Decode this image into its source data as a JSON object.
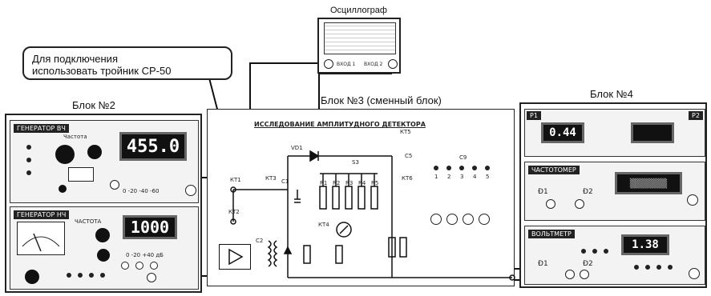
{
  "labels": {
    "oscilloscope": "Осциллограф",
    "note_line1": "Для подключения",
    "note_line2": "использовать тройник СР-50",
    "block2": "Блок №2",
    "block3": "Блок №3 (сменный блок)",
    "block4": "Блок №4",
    "block3_panel_title": "ИССЛЕДОВАНИЕ АМПЛИТУДНОГО ДЕТЕКТОРА",
    "osc_ch1": "ВХОД 1",
    "osc_ch2": "ВХОД 2",
    "freq_meter": "ЧАСТОТОМЕР",
    "voltmeter": "ВОЛЬТМЕТР",
    "gen1": "ГЕНЕРАТОР ВЧ",
    "gen2": "ГЕНЕРАТОР НЧ",
    "gen1_knob": "Частота",
    "gen2_knob": "ЧАСТОТА"
  },
  "displays": {
    "gen_hf_freq": "455.0",
    "gen_lf_freq": "1000",
    "meter_top_left": "0.44",
    "voltmeter_value": "1.38"
  },
  "scale_gen_hf": "0  -20  -40  -60",
  "scale_gen_lf": "0  -20  +40  дБ",
  "circuit": {
    "kt1": "КТ1",
    "kt2": "КТ2",
    "kt3": "КТ3",
    "kt4": "КТ4",
    "kt5": "КТ5",
    "kt6": "КТ6",
    "vd1": "VD1",
    "c1": "C1",
    "s3": "S3",
    "c5": "C5",
    "c9": "C9",
    "resistors": [
      "R1",
      "R2",
      "R3",
      "R4",
      "R5"
    ],
    "nums": [
      "1",
      "2",
      "3",
      "4",
      "5"
    ]
  },
  "colors": {
    "ink": "#111111",
    "panel_bg": "#f3f3f3",
    "lcd_bg": "#111111"
  }
}
